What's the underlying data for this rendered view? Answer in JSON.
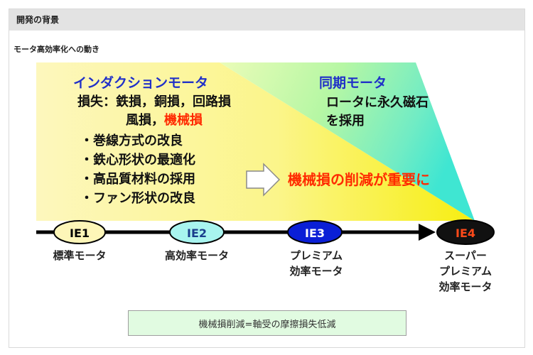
{
  "section": {
    "title": "開発の背景",
    "subtitle": "モータ高効率化への動き"
  },
  "induction": {
    "heading": "インダクションモータ",
    "loss_line1": "損失：鉄損，銅損，回路損",
    "loss_line2_prefix": "風損，",
    "loss_line2_highlight": "機械損",
    "bullets": [
      "・巻線方式の改良",
      "・鉄心形状の最適化",
      "・高品質材料の採用",
      "・ファン形状の改良"
    ]
  },
  "sync": {
    "heading": "同期モータ",
    "line1": "ロータに永久磁石",
    "line2": "を採用"
  },
  "key_message": "機械損の削減が重要に",
  "levels": [
    {
      "label": "IE1",
      "fill": "#fdf6b8",
      "text_color": "#000000",
      "desc": [
        "標準モータ"
      ]
    },
    {
      "label": "IE2",
      "fill": "#a8f4ef",
      "text_color": "#1a3d8c",
      "desc": [
        "高効率モータ"
      ]
    },
    {
      "label": "IE3",
      "fill": "#0a1fd6",
      "text_color": "#ffffff",
      "desc": [
        "プレミアム",
        "効率モータ"
      ]
    },
    {
      "label": "IE4",
      "fill": "#111111",
      "text_color": "#ff4a1a",
      "desc": [
        "スーパー",
        "プレミアム",
        "効率モータ"
      ]
    }
  ],
  "caption": "機械損削減=軸受の摩擦損失低減",
  "colors": {
    "heading_blue": "#2030c8",
    "highlight_red": "#ff2a00"
  },
  "icons": [
    "right-arrow-icon"
  ]
}
